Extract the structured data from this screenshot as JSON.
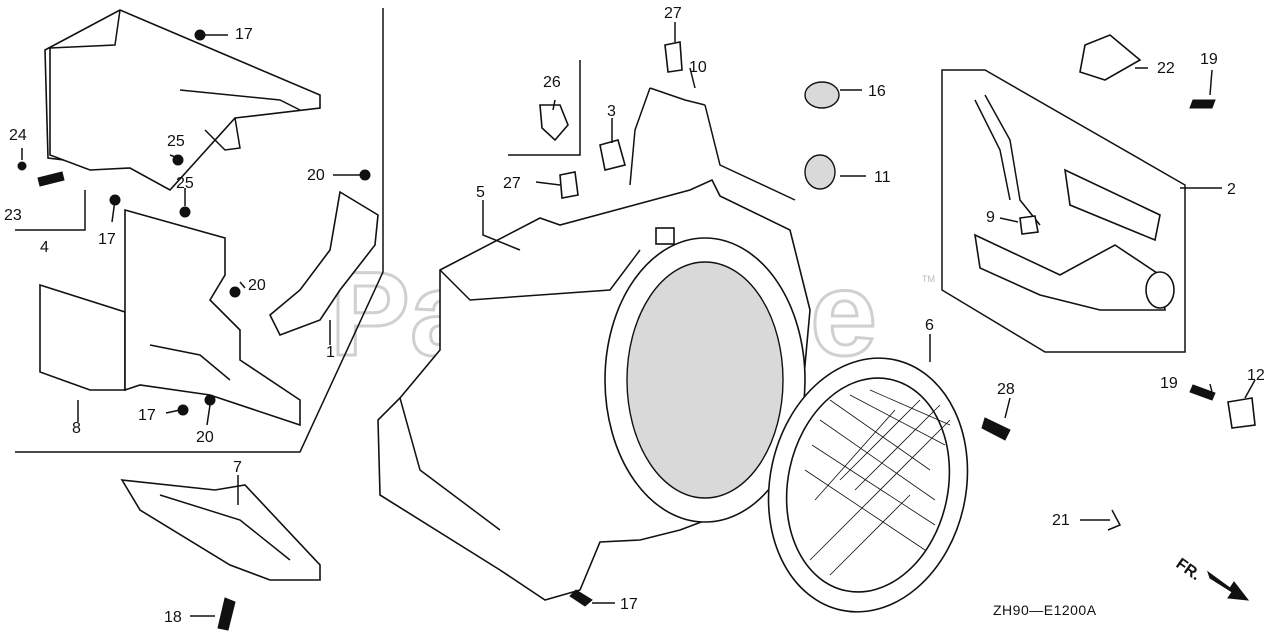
{
  "watermark": "PartsTree",
  "trademark": "TM",
  "diagram_code": "ZH90—E1200A",
  "front_marker": "FR.",
  "labels": {
    "l1": "1",
    "l2": "2",
    "l3": "3",
    "l4": "4",
    "l5": "5",
    "l6": "6",
    "l7": "7",
    "l8": "8",
    "l9": "9",
    "l10": "10",
    "l11": "11",
    "l12": "12",
    "l16": "16",
    "l17a": "17",
    "l17b": "17",
    "l17c": "17",
    "l17d": "17",
    "l18": "18",
    "l19a": "19",
    "l19b": "19",
    "l20a": "20",
    "l20b": "20",
    "l20c": "20",
    "l21": "21",
    "l22": "22",
    "l23": "23",
    "l24": "24",
    "l25a": "25",
    "l25b": "25",
    "l26": "26",
    "l27a": "27",
    "l27b": "27",
    "l28": "28"
  }
}
